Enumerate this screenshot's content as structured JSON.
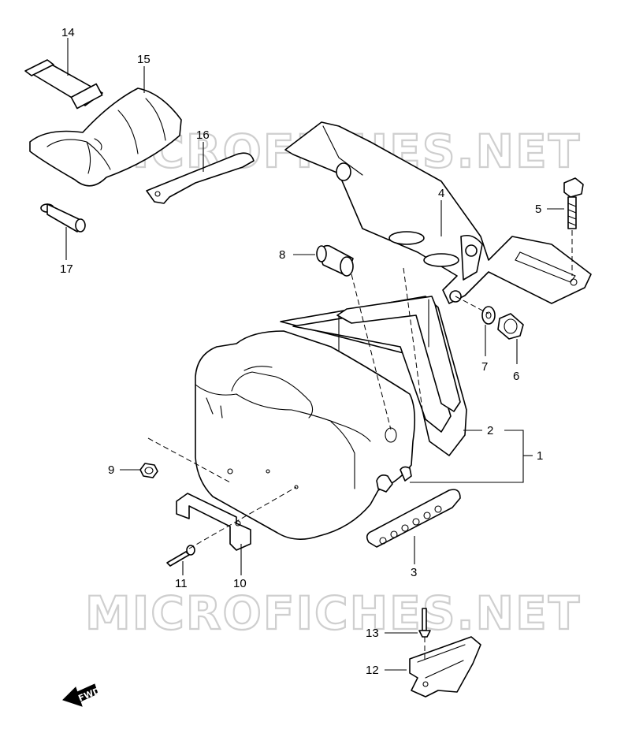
{
  "watermark": {
    "text": "MICROFICHES.NET",
    "color": "#cfcfcf"
  },
  "fwd_label": "FWD",
  "colors": {
    "line": "#000000",
    "background": "#ffffff"
  },
  "callouts": [
    {
      "id": "1",
      "label": "1"
    },
    {
      "id": "2",
      "label": "2"
    },
    {
      "id": "3",
      "label": "3"
    },
    {
      "id": "4",
      "label": "4"
    },
    {
      "id": "5",
      "label": "5"
    },
    {
      "id": "6",
      "label": "6"
    },
    {
      "id": "7",
      "label": "7"
    },
    {
      "id": "8",
      "label": "8"
    },
    {
      "id": "9",
      "label": "9"
    },
    {
      "id": "10",
      "label": "10"
    },
    {
      "id": "11",
      "label": "11"
    },
    {
      "id": "12",
      "label": "12"
    },
    {
      "id": "13",
      "label": "13"
    },
    {
      "id": "14",
      "label": "14"
    },
    {
      "id": "15",
      "label": "15"
    },
    {
      "id": "16",
      "label": "16"
    },
    {
      "id": "17",
      "label": "17"
    }
  ]
}
